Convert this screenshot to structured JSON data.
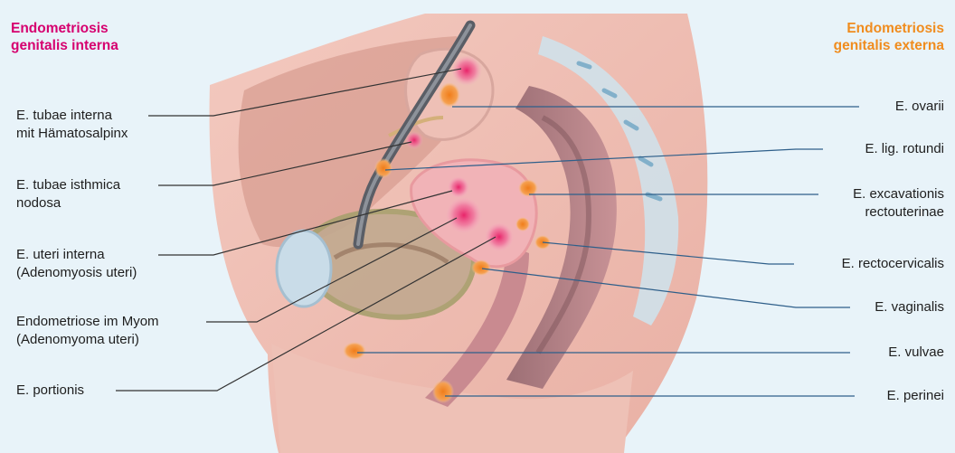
{
  "headings": {
    "interna": "Endometriosis\ngenitalis interna",
    "externa": "Endometriosis\ngenitalis externa"
  },
  "colors": {
    "background": "#e8f3f9",
    "interna_accent": "#d6006f",
    "externa_accent": "#f08c1e",
    "interna_lesion": "#e8246a",
    "externa_lesion": "#f07d1a",
    "leader_interna": "#333333",
    "leader_externa": "#2e5f8a"
  },
  "labels_left": [
    {
      "id": "tubae-interna",
      "text": "E. tubae interna\nmit Hämatosalpinx"
    },
    {
      "id": "tubae-isthmica",
      "text": "E. tubae isthmica\nnodosa"
    },
    {
      "id": "uteri-interna",
      "text": "E. uteri interna\n(Adenomyosis uteri)"
    },
    {
      "id": "myom",
      "text": "Endometriose im Myom\n(Adenomyoma uteri)"
    },
    {
      "id": "portionis",
      "text": "E. portionis"
    }
  ],
  "labels_right": [
    {
      "id": "ovarii",
      "text": "E. ovarii"
    },
    {
      "id": "lig-rotundi",
      "text": "E. lig. rotundi"
    },
    {
      "id": "excavationis",
      "text": "E. excavationis\nrectouterinae"
    },
    {
      "id": "rectocervicalis",
      "text": "E. rectocervicalis"
    },
    {
      "id": "vaginalis",
      "text": "E. vaginalis"
    },
    {
      "id": "vulvae",
      "text": "E. vulvae"
    },
    {
      "id": "perinei",
      "text": "E. perinei"
    }
  ]
}
